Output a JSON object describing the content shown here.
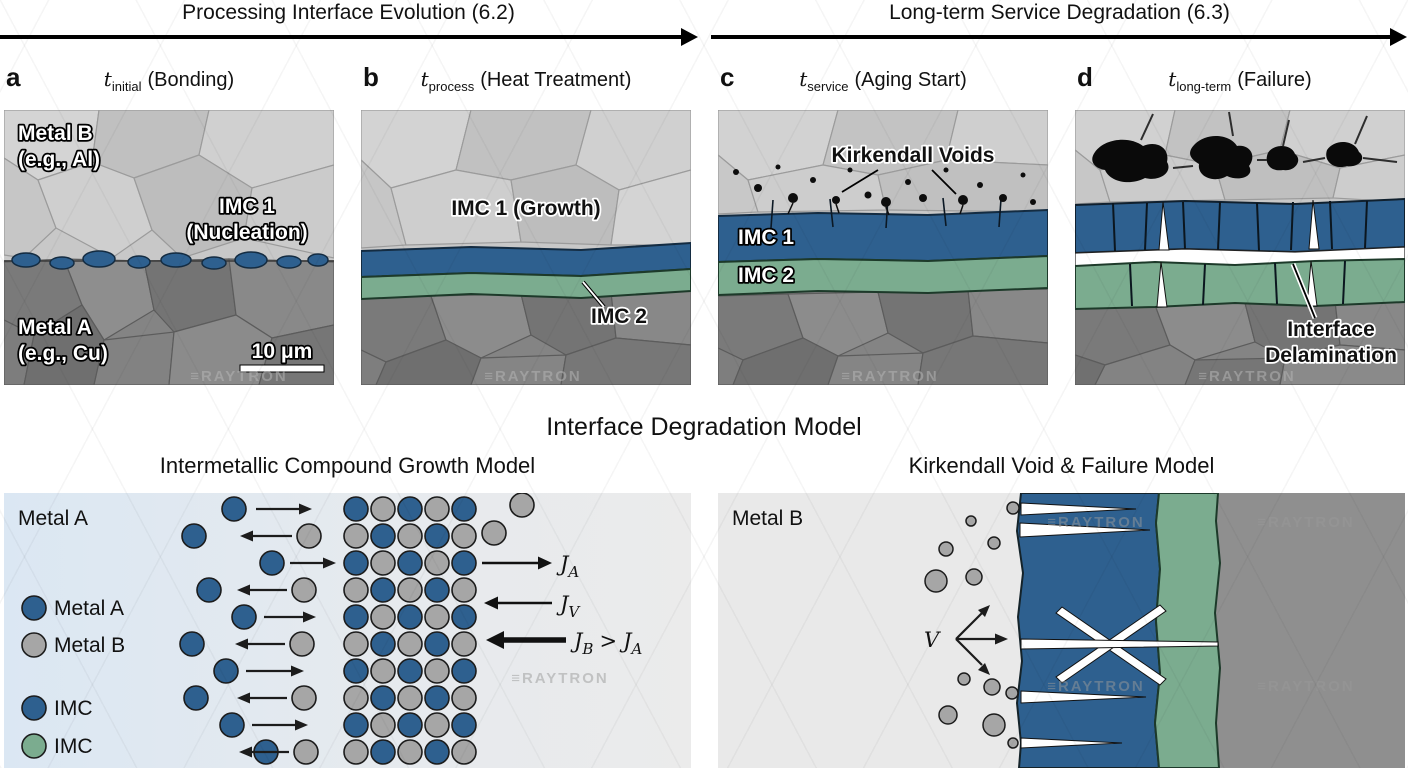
{
  "watermark": "≡RAYTRON",
  "header": {
    "left_label": "Processing Interface Evolution (6.2)",
    "right_label": "Long-term Service Degradation (6.3)"
  },
  "captions": [
    {
      "letter": "a",
      "t": "t",
      "sub": "initial",
      "rest": "(Bonding)"
    },
    {
      "letter": "b",
      "t": "t",
      "sub": "process",
      "rest": "(Heat Treatment)"
    },
    {
      "letter": "c",
      "t": "t",
      "sub": "service",
      "rest": "(Aging Start)"
    },
    {
      "letter": "d",
      "t": "t",
      "sub": "long-term",
      "rest": "(Failure)"
    }
  ],
  "panel_a": {
    "metal_b_1": "Metal B",
    "metal_b_2": "(e.g., Al)",
    "imc_1": "IMC 1",
    "imc_2": "(Nucleation)",
    "metal_a_1": "Metal A",
    "metal_a_2": "(e.g., Cu)",
    "scale_label": "10 μm"
  },
  "panel_b": {
    "imc1_label": "IMC 1 (Growth)",
    "imc2_label": "IMC 2"
  },
  "panel_c": {
    "voids_label": "Kirkendall Voids",
    "imc1_label": "IMC 1",
    "imc2_label": "IMC 2"
  },
  "panel_d": {
    "delam_1": "Interface",
    "delam_2": "Delamination"
  },
  "model": {
    "title": "Interface Degradation Model",
    "growth_title": "Intermetallic Compound Growth Model",
    "void_title": "Kirkendall Void & Failure Model"
  },
  "growth_model": {
    "region_label": "Metal A",
    "legend": [
      {
        "label": "Metal A",
        "color": "#2e608f"
      },
      {
        "label": "Metal B",
        "color": "#a6a6a6"
      },
      {
        "label": "IMC",
        "color": "#2e608f"
      },
      {
        "label": "IMC",
        "color": "#7bac8f"
      }
    ],
    "flux": {
      "j": "J",
      "a": "A",
      "v": "V",
      "b": "B",
      "gt": ">"
    }
  },
  "void_model": {
    "region_label": "Metal B",
    "vacancy_label": "V"
  },
  "colors": {
    "imc1_blue": "#2e608f",
    "imc2_green": "#7bac8f",
    "metal_b_light": "#c8c8c8",
    "metal_a_dark": "#848484",
    "void_black": "#0d0d0d"
  }
}
